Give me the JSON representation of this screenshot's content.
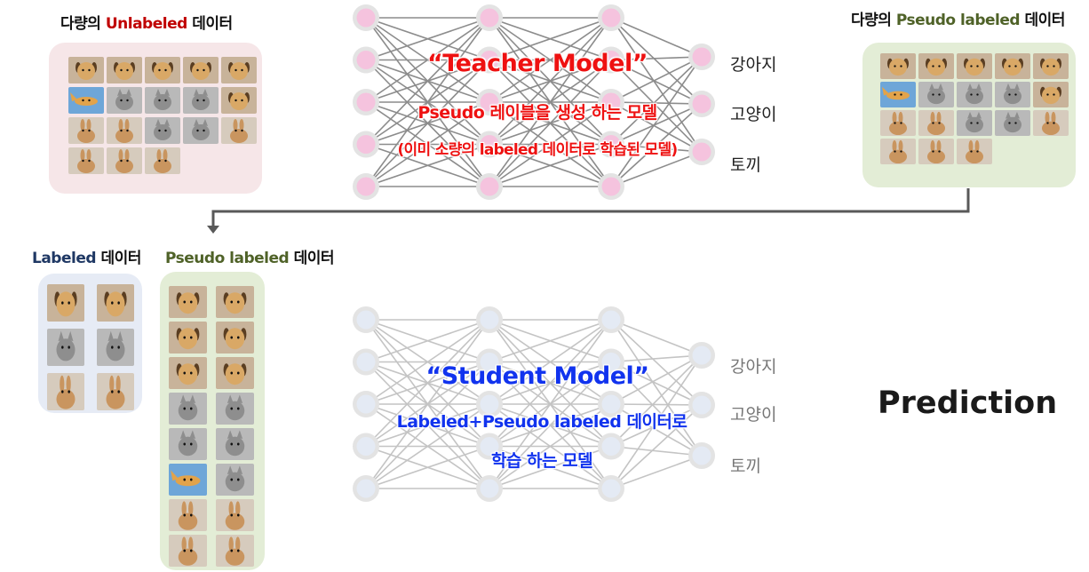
{
  "top_left": {
    "prefix": "다량의 ",
    "highlight": "Unlabeled",
    "suffix": " 데이터",
    "highlight_color": "#c00000"
  },
  "top_right": {
    "prefix": "다량의 ",
    "highlight": "Pseudo labeled",
    "suffix": " 데이터",
    "highlight_color": "#4f6228"
  },
  "labeled_header": {
    "highlight": "Labeled",
    "suffix": " 데이터",
    "highlight_color": "#1f3864"
  },
  "pseudo_header": {
    "highlight": "Pseudo labeled",
    "suffix": " 데이터",
    "highlight_color": "#4f6228"
  },
  "teacher": {
    "title": "“Teacher Model”",
    "line1": "Pseudo 레이블을 생성 하는 모델",
    "line2": "(이미 소량의 labeled 데이터로 학습된 모델)",
    "node_color": "#f5c3de"
  },
  "student": {
    "title": "“Student Model”",
    "line1": "Labeled+Pseudo labeled 데이터로",
    "line2": "학습 하는 모델",
    "node_color": "#e4eaf4"
  },
  "classes": {
    "dog": "강아지",
    "cat": "고양이",
    "rabbit": "토끼"
  },
  "prediction": "Prediction",
  "image_icons": {
    "unlabeled": [
      "dog",
      "dog",
      "dog",
      "dog",
      "dog",
      "bird",
      "cat",
      "cat",
      "cat",
      "dog",
      "rabbit",
      "rabbit",
      "cat",
      "cat",
      "rabbit",
      "rabbit",
      "rabbit",
      "rabbit"
    ],
    "pseudo_right": [
      "dog",
      "dog",
      "dog",
      "dog",
      "dog",
      "bird",
      "cat",
      "cat",
      "cat",
      "dog",
      "rabbit",
      "rabbit",
      "cat",
      "cat",
      "rabbit",
      "rabbit",
      "rabbit",
      "rabbit"
    ],
    "labeled": [
      "dog",
      "dog",
      "cat",
      "cat",
      "rabbit",
      "rabbit"
    ],
    "pseudo_left": [
      "dog",
      "dog",
      "dog",
      "dog",
      "dog",
      "dog",
      "cat",
      "cat",
      "cat",
      "cat",
      "bird",
      "cat",
      "rabbit",
      "rabbit",
      "rabbit",
      "rabbit"
    ]
  }
}
